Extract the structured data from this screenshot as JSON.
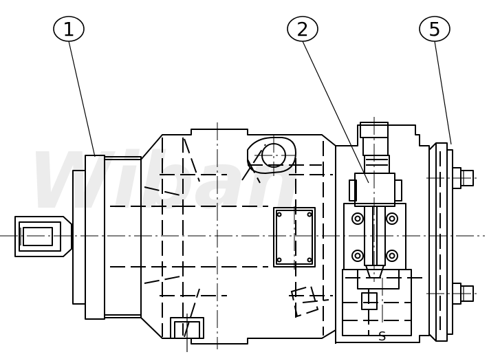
{
  "watermark": "Wiban",
  "callouts": [
    {
      "id": "callout-1",
      "label": "1"
    },
    {
      "id": "callout-2",
      "label": "2"
    },
    {
      "id": "callout-5",
      "label": "5"
    }
  ],
  "section_mark": "S"
}
